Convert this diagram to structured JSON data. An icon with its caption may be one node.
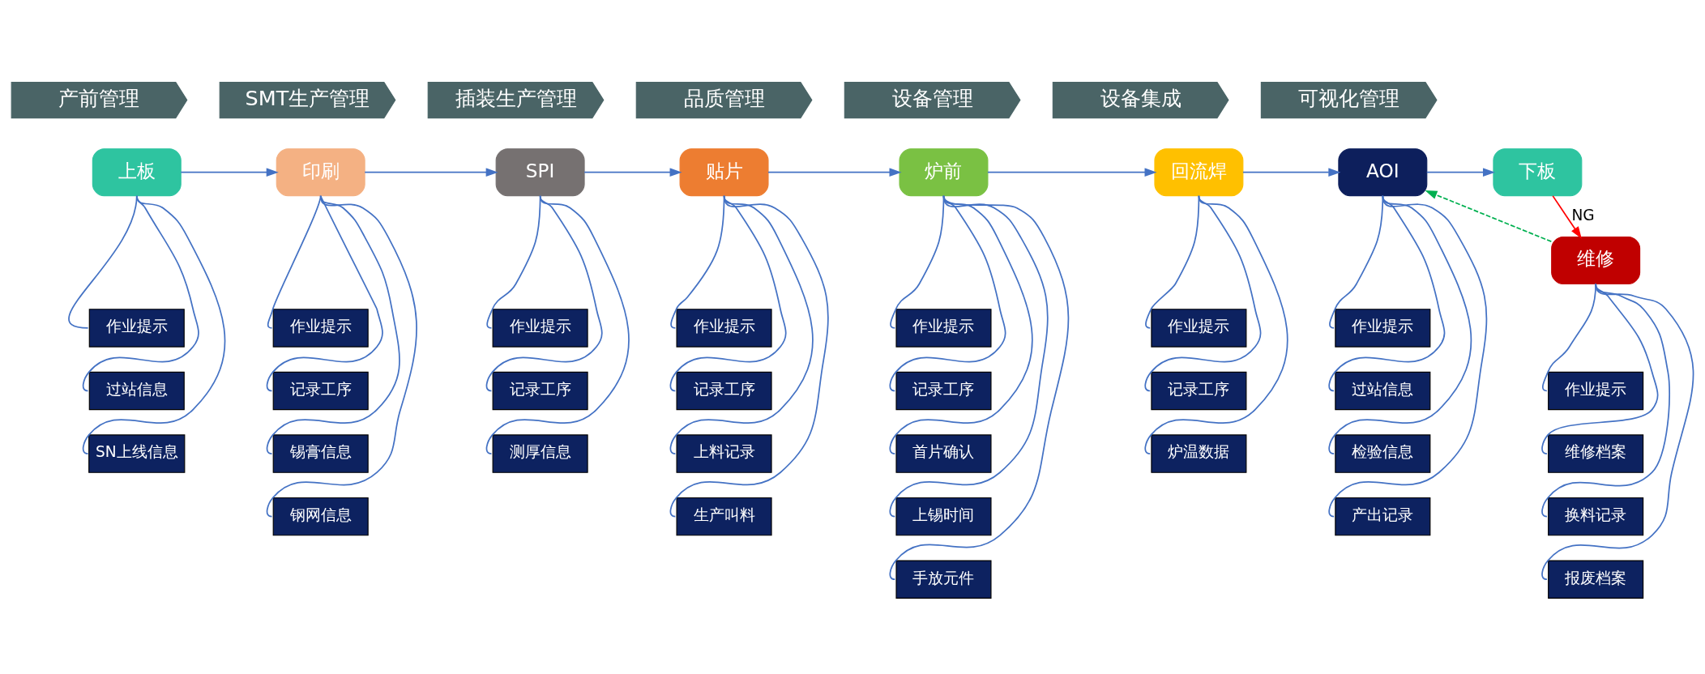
{
  "diagram": {
    "nodes": [
      {
        "text": [
          "产前管理"
        ]
      },
      {
        "text": [
          "SMT生产管理"
        ]
      },
      {
        "text": [
          "插装生产管理"
        ]
      },
      {
        "text": [
          "品质管理"
        ]
      },
      {
        "text": [
          "设备管理"
        ]
      },
      {
        "text": [
          "设备集成"
        ]
      },
      {
        "text": [
          "可视化管理"
        ]
      },
      {
        "text": [
          "上板"
        ]
      },
      {
        "text": [
          "印刷"
        ]
      },
      {
        "text": [
          "SPI"
        ]
      },
      {
        "text": [
          "贴片"
        ]
      },
      {
        "text": [
          "炉前"
        ]
      },
      {
        "text": [
          "回流焊"
        ]
      },
      {
        "text": [
          "AOI"
        ]
      },
      {
        "text": [
          "下板"
        ]
      },
      {
        "text": [
          "维修"
        ]
      },
      {
        "text": [
          "作业提示"
        ]
      },
      {
        "text": [
          "过站信息"
        ]
      },
      {
        "text": [
          "SN上线信息"
        ]
      },
      {
        "text": [
          "作业提示"
        ]
      },
      {
        "text": [
          "记录工序"
        ]
      },
      {
        "text": [
          "锡膏信息"
        ]
      },
      {
        "text": [
          "钢网信息"
        ]
      },
      {
        "text": [
          "作业提示"
        ]
      },
      {
        "text": [
          "记录工序"
        ]
      },
      {
        "text": [
          "测厚信息"
        ]
      },
      {
        "text": [
          "作业提示"
        ]
      },
      {
        "text": [
          "记录工序"
        ]
      },
      {
        "text": [
          "上料记录"
        ]
      },
      {
        "text": [
          "生产叫料"
        ]
      },
      {
        "text": [
          "作业提示"
        ]
      },
      {
        "text": [
          "记录工序"
        ]
      },
      {
        "text": [
          "首片确认"
        ]
      },
      {
        "text": [
          "上锡时间"
        ]
      },
      {
        "text": [
          "手放元件"
        ]
      },
      {
        "text": [
          "作业提示"
        ]
      },
      {
        "text": [
          "记录工序"
        ]
      },
      {
        "text": [
          "炉温数据"
        ]
      },
      {
        "text": [
          "作业提示"
        ]
      },
      {
        "text": [
          "过站信息"
        ]
      },
      {
        "text": [
          "检验信息"
        ]
      },
      {
        "text": [
          "产出记录"
        ]
      },
      {
        "text": [
          "作业提示"
        ]
      },
      {
        "text": [
          "维修档案"
        ]
      },
      {
        "text": [
          "换料记录"
        ]
      },
      {
        "text": [
          "报废档案"
        ]
      }
    ],
    "edges": [
      {
        "from": 7,
        "to": 8,
        "arrow": "to"
      },
      {
        "from": 8,
        "to": 9,
        "arrow": "to"
      },
      {
        "from": 9,
        "to": 10,
        "arrow": "to"
      },
      {
        "from": 10,
        "to": 11,
        "arrow": "to"
      },
      {
        "from": 11,
        "to": 12,
        "arrow": "to"
      },
      {
        "from": 12,
        "to": 13,
        "arrow": "to"
      },
      {
        "from": 13,
        "to": 14,
        "arrow": "to"
      },
      {
        "from": 14,
        "to": 15,
        "arrow": "to",
        "label": "NG",
        "color": "#ff0000"
      },
      {
        "from": 15,
        "to": 13,
        "arrow": "to",
        "style": "dashed",
        "color": "#00b050"
      },
      {
        "from": 7,
        "to": 16,
        "arrow": "none"
      },
      {
        "from": 7,
        "to": 17,
        "arrow": "none"
      },
      {
        "from": 7,
        "to": 18,
        "arrow": "none"
      },
      {
        "from": 8,
        "to": 19,
        "arrow": "none"
      },
      {
        "from": 8,
        "to": 20,
        "arrow": "none"
      },
      {
        "from": 8,
        "to": 21,
        "arrow": "none"
      },
      {
        "from": 8,
        "to": 22,
        "arrow": "none"
      },
      {
        "from": 9,
        "to": 23,
        "arrow": "none"
      },
      {
        "from": 9,
        "to": 24,
        "arrow": "none"
      },
      {
        "from": 9,
        "to": 25,
        "arrow": "none"
      },
      {
        "from": 10,
        "to": 26,
        "arrow": "none"
      },
      {
        "from": 10,
        "to": 27,
        "arrow": "none"
      },
      {
        "from": 10,
        "to": 28,
        "arrow": "none"
      },
      {
        "from": 10,
        "to": 29,
        "arrow": "none"
      },
      {
        "from": 11,
        "to": 30,
        "arrow": "none"
      },
      {
        "from": 11,
        "to": 31,
        "arrow": "none"
      },
      {
        "from": 11,
        "to": 32,
        "arrow": "none"
      },
      {
        "from": 11,
        "to": 33,
        "arrow": "none"
      },
      {
        "from": 11,
        "to": 34,
        "arrow": "none"
      },
      {
        "from": 12,
        "to": 35,
        "arrow": "none"
      },
      {
        "from": 12,
        "to": 36,
        "arrow": "none"
      },
      {
        "from": 12,
        "to": 37,
        "arrow": "none"
      },
      {
        "from": 13,
        "to": 38,
        "arrow": "none"
      },
      {
        "from": 13,
        "to": 39,
        "arrow": "none"
      },
      {
        "from": 13,
        "to": 40,
        "arrow": "none"
      },
      {
        "from": 13,
        "to": 41,
        "arrow": "none"
      },
      {
        "from": 15,
        "to": 42,
        "arrow": "none"
      },
      {
        "from": 15,
        "to": 43,
        "arrow": "none"
      },
      {
        "from": 15,
        "to": 44,
        "arrow": "none"
      },
      {
        "from": 15,
        "to": 45,
        "arrow": "none"
      }
    ]
  }
}
